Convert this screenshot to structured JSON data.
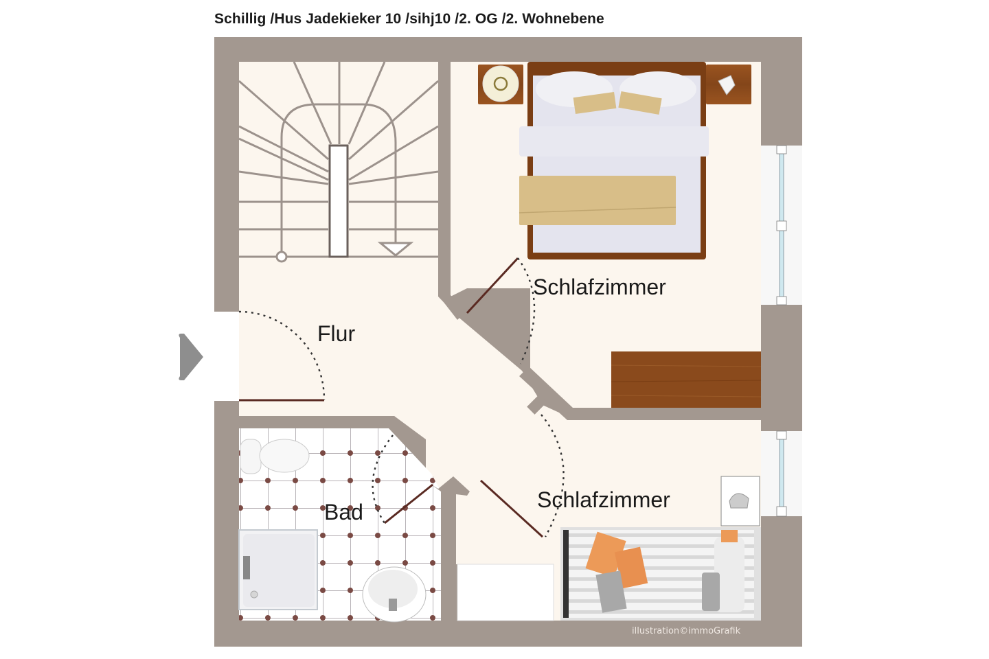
{
  "header": {
    "title": "Schillig /Hus Jadekieker 10 /sihj10 /2. OG /2. Wohnebene"
  },
  "rooms": [
    {
      "id": "flur",
      "label": "Flur"
    },
    {
      "id": "schlafzimmer_1",
      "label": "Schlafzimmer"
    },
    {
      "id": "schlafzimmer_2",
      "label": "Schlafzimmer"
    },
    {
      "id": "bad",
      "label": "Bad"
    }
  ],
  "entrance": {
    "icon": "entrance-arrow-icon"
  },
  "footer": {
    "credit": "illustration©immoGrafik"
  },
  "colors": {
    "wall": "#a39890",
    "floor": "#fcf6ee",
    "door": "#5a2a22",
    "tile_grid": "#8a8288",
    "tile_dot": "#7a4a44",
    "wood": "#8a4a1c",
    "bedding": "#e4e4ee",
    "blanket": "#d8be88",
    "cushion_orange": "#ec9a58",
    "window_glass": "#cfe8ef"
  }
}
